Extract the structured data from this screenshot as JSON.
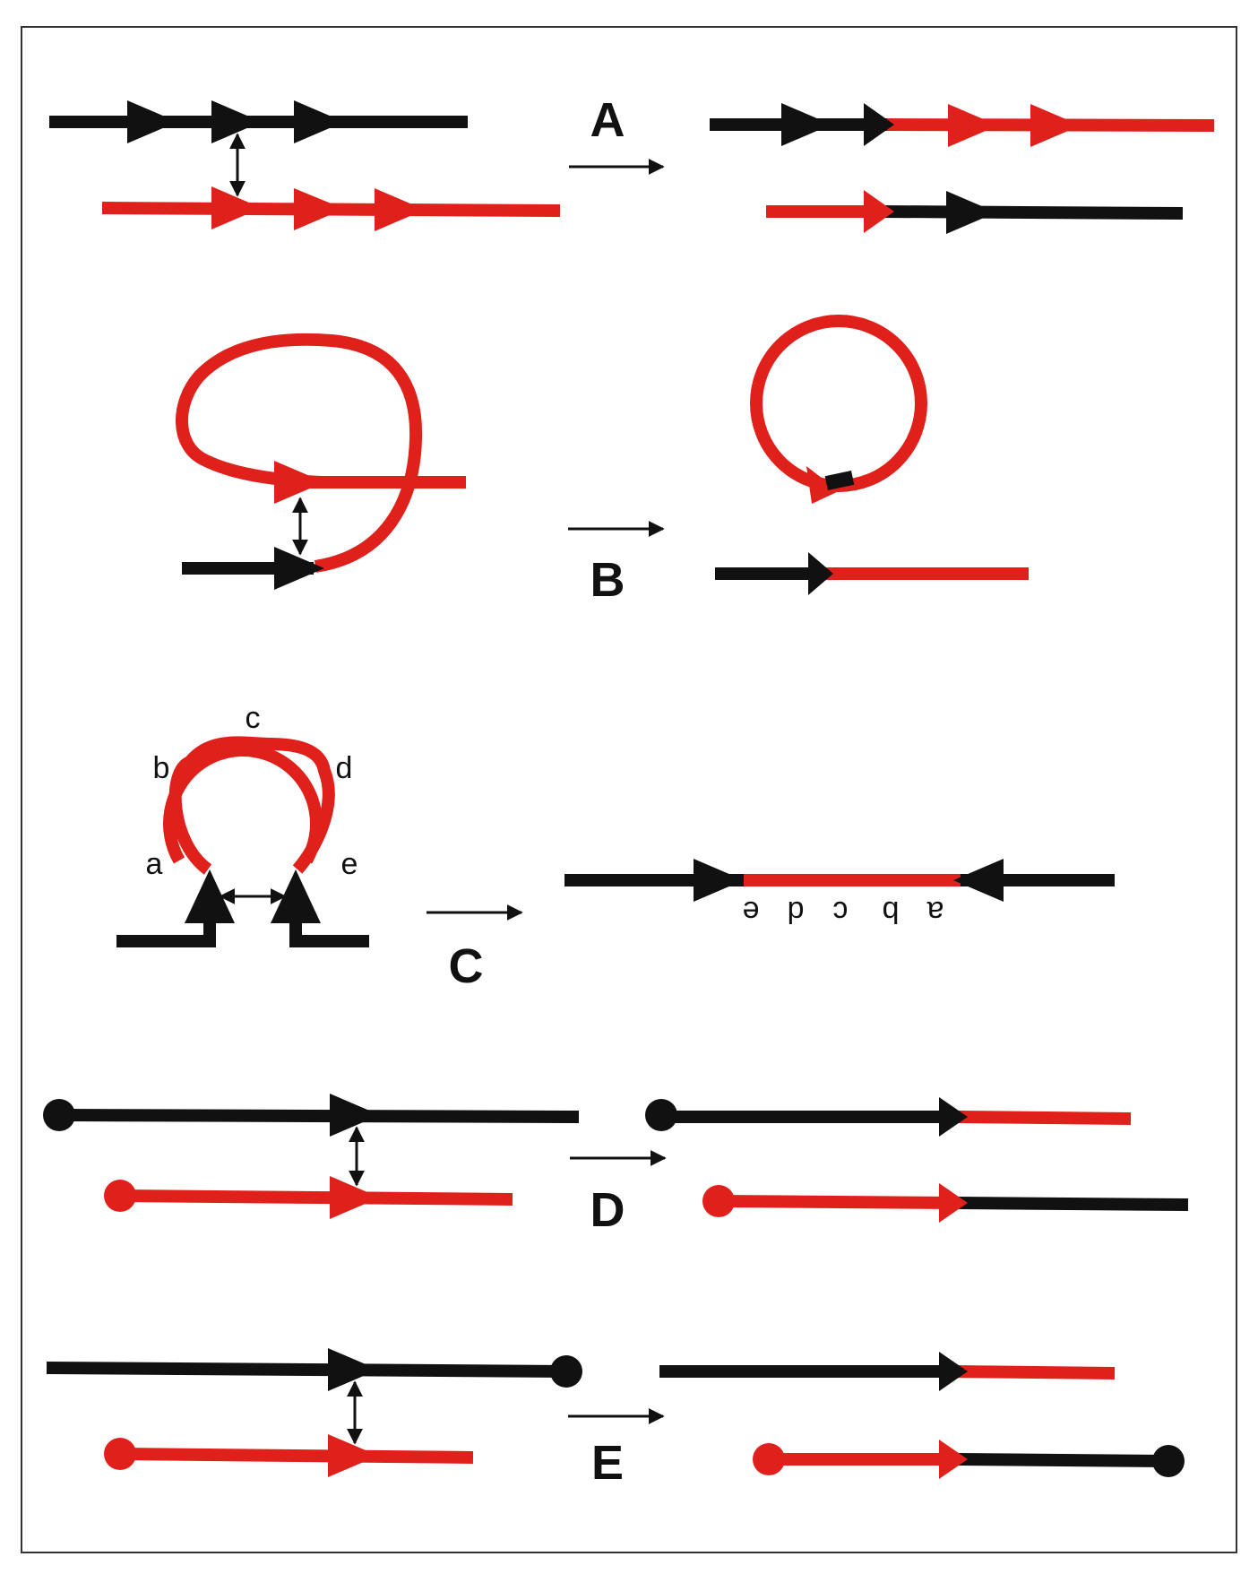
{
  "panels": {
    "A": {
      "label": "A"
    },
    "B": {
      "label": "B"
    },
    "C": {
      "label": "C",
      "segment_labels": [
        "a",
        "b",
        "c",
        "d",
        "e"
      ]
    },
    "D": {
      "label": "D"
    },
    "E": {
      "label": "E"
    }
  },
  "colors": {
    "black_strand": "#111111",
    "red_strand": "#e0201b",
    "border": "#333333"
  }
}
